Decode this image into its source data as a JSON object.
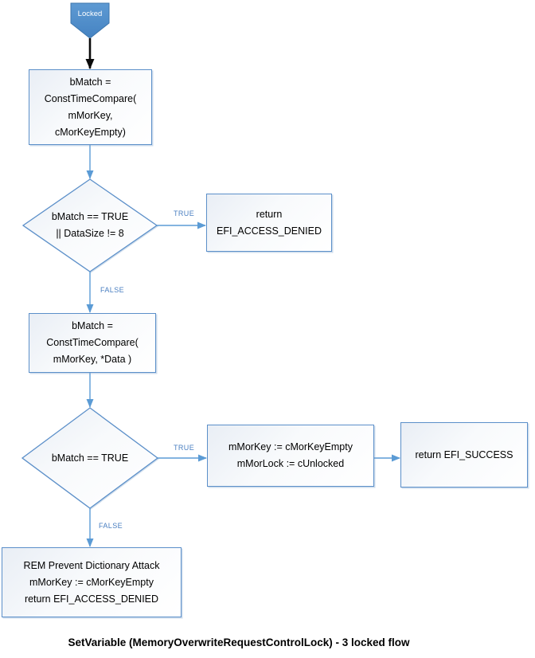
{
  "diagram": {
    "caption": "SetVariable (MemoryOverwriteRequestControlLock) - 3 locked flow",
    "start_label": "Locked",
    "nodes": {
      "compare_empty": {
        "text": "bMatch =\nConstTimeCompare(\nmMorKey,\ncMorKeyEmpty)"
      },
      "decision_match_or_size": {
        "text": "bMatch == TRUE\n|| DataSize != 8"
      },
      "access_denied": {
        "text": "return\nEFI_ACCESS_DENIED"
      },
      "compare_data": {
        "text": "bMatch =\nConstTimeCompare(\nmMorKey, *Data )"
      },
      "decision_match": {
        "text": "bMatch == TRUE"
      },
      "unlock": {
        "text": "mMorKey := cMorKeyEmpty\nmMorLock := cUnlocked"
      },
      "success": {
        "text": "return EFI_SUCCESS"
      },
      "dictionary_attack": {
        "text": "REM Prevent Dictionary Attack\nmMorKey := cMorKeyEmpty\nreturn EFI_ACCESS_DENIED"
      }
    },
    "edge_labels": {
      "true1": "TRUE",
      "false1": "FALSE",
      "true2": "TRUE",
      "false2": "FALSE"
    },
    "colors": {
      "shape_border": "#5b8fc9",
      "connector": "#5b9bd5",
      "edge_label_text": "#4a7fc1",
      "start_fill": "#4e8fce",
      "start_border": "#3d76ad",
      "arrow_black": "#0a0a0a",
      "text": "#000000"
    }
  }
}
